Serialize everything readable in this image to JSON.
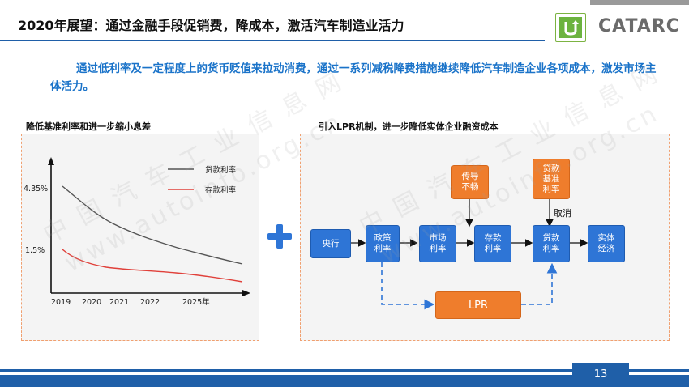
{
  "header": {
    "title": "2020年展望：通过金融手段促销费，降成本，激活汽车制造业活力",
    "logo_text": "CATARC"
  },
  "intro": "通过低利率及一定程度上的货币贬值来拉动消费，通过一系列减税降费措施继续降低汽车制造企业各项成本，激发市场主体活力。",
  "left_panel": {
    "subtitle": "降低基准利率和进一步缩小息差"
  },
  "right_panel": {
    "subtitle": "引入LPR机制，进一步降低实体企业融资成本",
    "nodes": {
      "central_bank": "央行",
      "policy_rate": "政策\n利率",
      "market_rate": "市场\n利率",
      "deposit_rate": "存款\n利率",
      "loan_rate": "贷款\n利率",
      "real_economy": "实体\n经济",
      "transmission": "传导\n不畅",
      "loan_base_rate": "贷款\n基准\n利率",
      "lpr": "LPR"
    },
    "cancel_label": "取消"
  },
  "chart_data": {
    "type": "line",
    "x_ticks": [
      "2019",
      "2020",
      "2021",
      "2022",
      "2025年"
    ],
    "y_ticks": [
      "4.35%",
      "1.5%"
    ],
    "series": [
      {
        "name": "贷款利率",
        "color": "#555555",
        "trend": "decreasing"
      },
      {
        "name": "存款利率",
        "color": "#e0403a",
        "trend": "decreasing"
      }
    ],
    "grid": false,
    "legend_position": "top-right"
  },
  "colors": {
    "accent_blue": "#1f5fa8",
    "node_blue": "#2e75d6",
    "node_orange": "#ef7d2c",
    "intro_blue": "#1a73c9"
  },
  "watermark": {
    "line1": "中 国 汽 车 工 业 信 息 网",
    "line2": "www.autoinfo.org.cn"
  },
  "footer": {
    "page_number": "13"
  }
}
